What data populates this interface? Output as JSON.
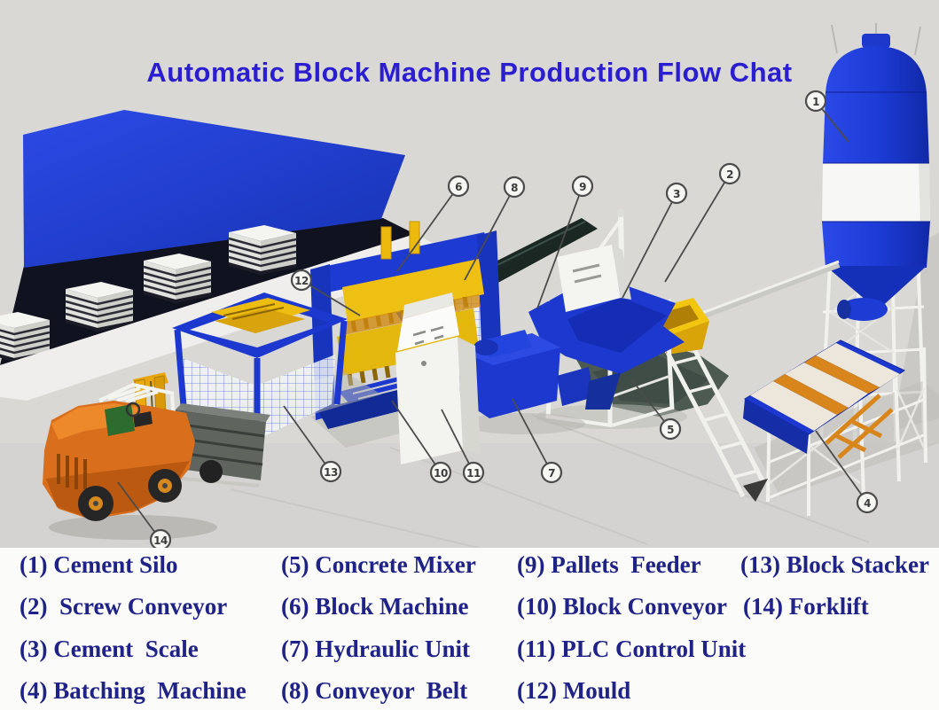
{
  "title": {
    "text": "Automatic Block Machine Production Flow Chat"
  },
  "palette": {
    "title_blue": "#2a1ed0",
    "legend_navy": "#1f2287",
    "machine_blue": "#1c38cf",
    "roof_blue": "#2340d8",
    "mould_yellow": "#eec013",
    "hopper_yellow": "#f2c60e",
    "divider_orange": "#d8861b",
    "forklift_orange": "#d96f1c",
    "scene_gray": "#d9d8d5",
    "structure_white": "#f1f1ee",
    "belt_dark": "#1b2723",
    "mixer_gray": "#4c5a52",
    "legend_bg": "#fbfbf9"
  },
  "callouts": [
    {
      "num": "1",
      "target": "Cement Silo"
    },
    {
      "num": "2",
      "target": "Screw Conveyor"
    },
    {
      "num": "3",
      "target": "Cement Scale"
    },
    {
      "num": "4",
      "target": "Batching Machine"
    },
    {
      "num": "5",
      "target": "Concrete Mixer"
    },
    {
      "num": "6",
      "target": "Block Machine"
    },
    {
      "num": "7",
      "target": "Hydraulic Unit"
    },
    {
      "num": "8",
      "target": "Conveyor Belt"
    },
    {
      "num": "9",
      "target": "Pallets Feeder"
    },
    {
      "num": "10",
      "target": "Block Conveyor"
    },
    {
      "num": "11",
      "target": "PLC Control Unit"
    },
    {
      "num": "12",
      "target": "Mould"
    },
    {
      "num": "13",
      "target": "Block Stacker"
    },
    {
      "num": "14",
      "target": "Forklift"
    }
  ],
  "legend": {
    "items": [
      {
        "label": "(1) Cement Silo"
      },
      {
        "label": "(2)  Screw Conveyor"
      },
      {
        "label": "(3) Cement  Scale"
      },
      {
        "label": "(4) Batching  Machine"
      },
      {
        "label": "(5) Concrete Mixer"
      },
      {
        "label": "(6) Block Machine"
      },
      {
        "label": "(7) Hydraulic Unit"
      },
      {
        "label": "(8) Conveyor  Belt"
      },
      {
        "label": "(9) Pallets  Feeder"
      },
      {
        "label": "(10) Block Conveyor"
      },
      {
        "label": "(11) PLC Control Unit"
      },
      {
        "label": "(12) Mould"
      },
      {
        "label": "(13) Block Stacker"
      },
      {
        "label": "(14) Forklift"
      }
    ]
  }
}
